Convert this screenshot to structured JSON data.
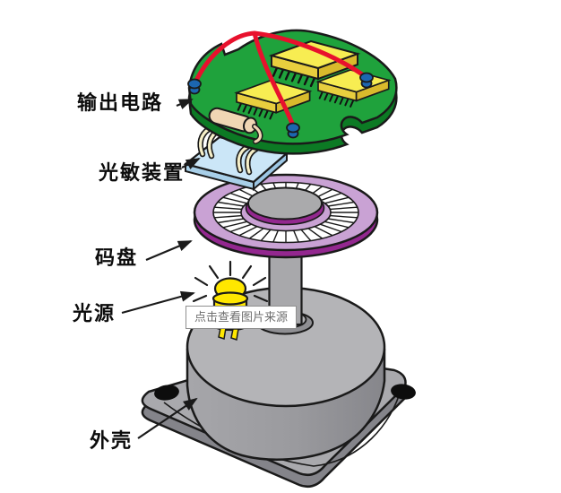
{
  "parts": [
    {
      "name": "output-circuit",
      "label": "输出电路"
    },
    {
      "name": "photosensitive-device",
      "label": "光敏装置"
    },
    {
      "name": "code-disc",
      "label": "码盘"
    },
    {
      "name": "light-source",
      "label": "光源"
    },
    {
      "name": "housing",
      "label": "外壳"
    }
  ],
  "tooltip": {
    "text": "点击查看图片来源"
  },
  "colors": {
    "pcb_green": "#1FA23C",
    "pcb_side_green": "#0C7A24",
    "chip_yellow_top": "#F7ED52",
    "chip_yellow_front": "#E8CE3E",
    "chip_yellow_end": "#D9BA2C",
    "wire_red": "#E8112D",
    "capacitor_blue": "#1C66B0",
    "resistor_beige": "#F0D6B4",
    "sensor_plate_blue": "#CBE6F7",
    "sensor_wire_cream": "#F6EFC8",
    "disc_light_purple": "#C9A2D4",
    "disc_dark_purple": "#93278F",
    "hub_gray": "#AAAAAC",
    "shaft_gray": "#A8A8AB",
    "led_yellow": "#FFE700",
    "housing_top_gray": "#B4B4B7",
    "housing_side_gray": "#95959A",
    "flange_top_gray": "#A9A9AD",
    "flange_side_gray": "#84848A",
    "outline_black": "#1A1A1A",
    "tooltip_text_gray": "#6E6E6E"
  }
}
